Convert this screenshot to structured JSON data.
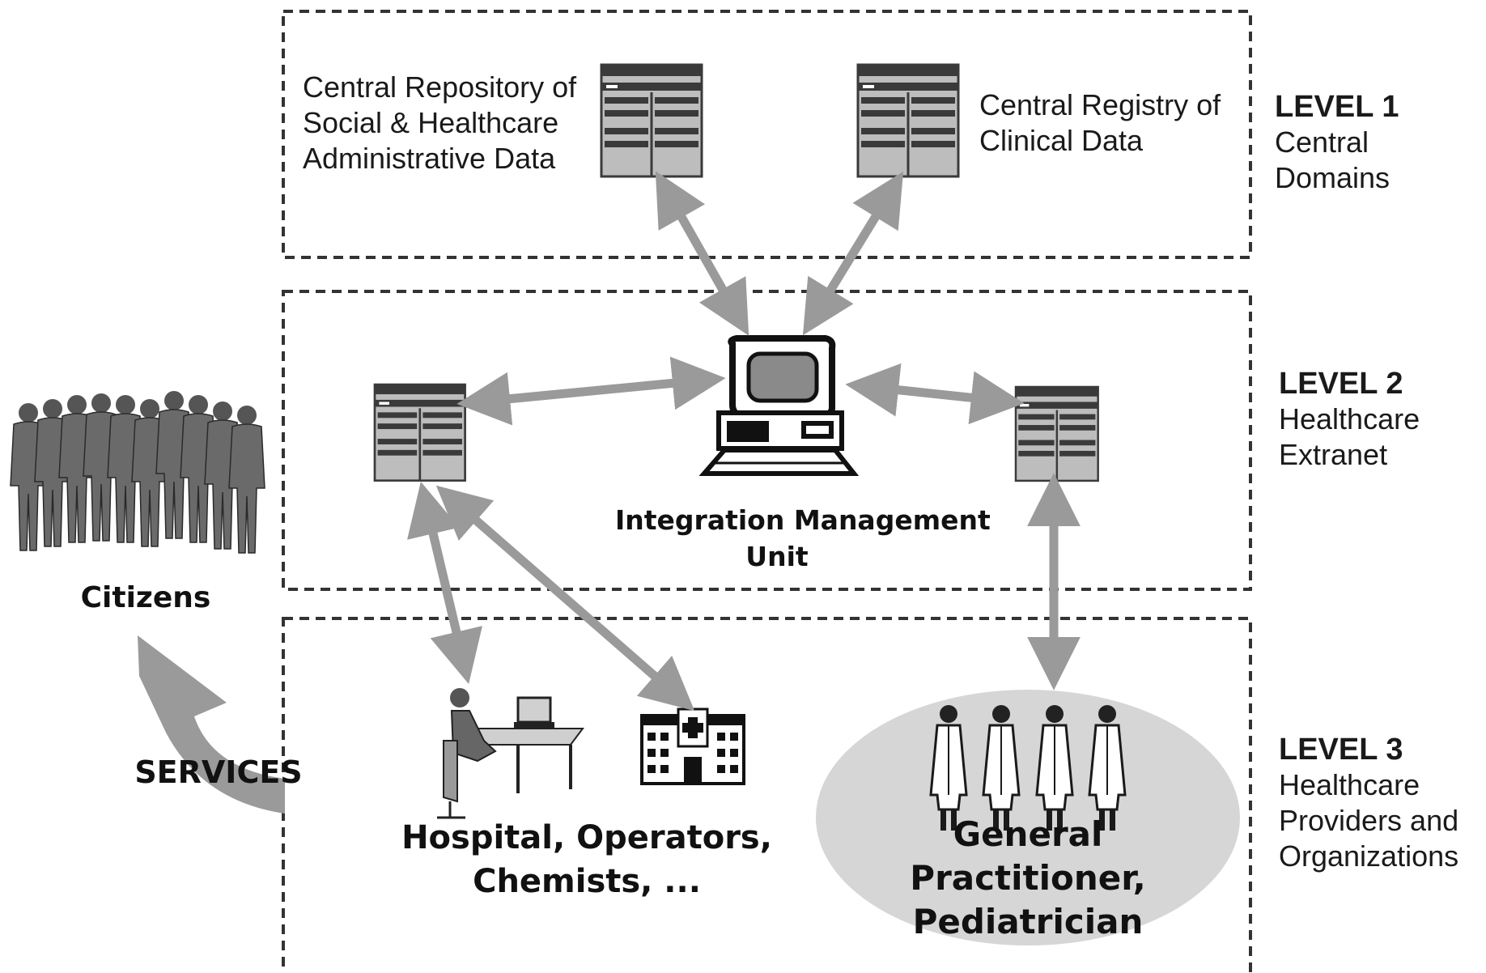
{
  "level1": {
    "title": "LEVEL 1",
    "subtitle": [
      "Central",
      "Domains"
    ],
    "repo_label": [
      "Central Repository  of",
      "Social & Healthcare",
      "Administrative Data"
    ],
    "registry_label": [
      "Central Registry of",
      "Clinical Data"
    ]
  },
  "level2": {
    "title": "LEVEL 2",
    "subtitle": [
      "Healthcare",
      "Extranet"
    ],
    "unit_label": [
      "Integration Management",
      "Unit"
    ]
  },
  "level3": {
    "title": "LEVEL 3",
    "subtitle": [
      "Healthcare",
      "Providers and",
      "Organizations"
    ],
    "hospital_label": [
      "Hospital, Operators,",
      "Chemists, ..."
    ],
    "gp_label": [
      "General",
      "Practitioner,",
      "Pediatrician"
    ]
  },
  "citizens_label": "Citizens",
  "services_label": "SERVICES",
  "colors": {
    "arrow": "#9a9a9a",
    "ellipse": "#d6d6d6",
    "db_fill": "#bdbdbd",
    "db_dark": "#3a3a3a"
  }
}
